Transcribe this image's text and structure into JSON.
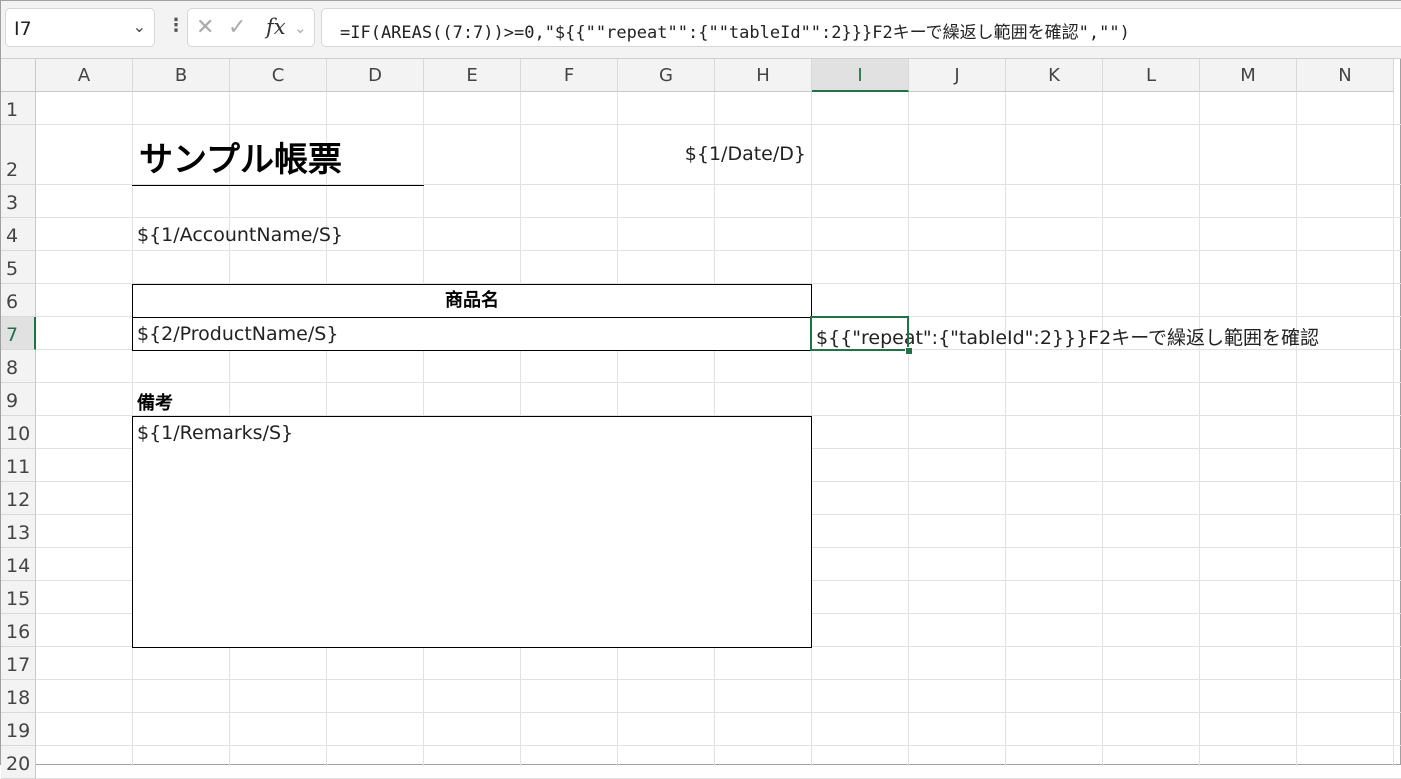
{
  "name_box": {
    "value": "I7"
  },
  "formula_bar": {
    "formula": "=IF(AREAS((7:7))>=0,\"${{\"\"repeat\"\":{\"\"tableId\"\":2}}}F2キーで繰返し範囲を確認\",\"\")",
    "cancel_icon": "x-icon",
    "enter_icon": "check-icon",
    "fx_label": "fx"
  },
  "columns": [
    "A",
    "B",
    "C",
    "D",
    "E",
    "F",
    "G",
    "H",
    "I",
    "J",
    "K",
    "L",
    "M",
    "N"
  ],
  "rows": [
    "1",
    "2",
    "3",
    "4",
    "5",
    "6",
    "7",
    "8",
    "9",
    "10",
    "11",
    "12",
    "13",
    "14",
    "15",
    "16",
    "17",
    "18",
    "19",
    "20"
  ],
  "selected": {
    "column": "I",
    "row": "7"
  },
  "accent_color": "#217346",
  "cells": {
    "B2": "サンプル帳票",
    "H2": "${1/Date/D}",
    "B4": "${1/AccountName/S}",
    "B6": "商品名",
    "B7": "${2/ProductName/S}",
    "I7": "${{\"repeat\":{\"tableId\":2}}}F2キーで繰返し範囲を確認",
    "B9": "備考",
    "B10": "${1/Remarks/S}"
  }
}
